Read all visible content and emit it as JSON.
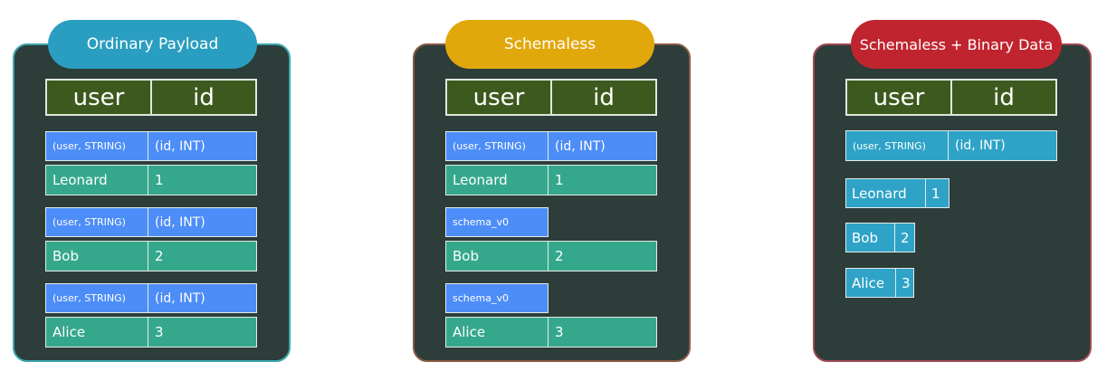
{
  "columns": {
    "user": "user",
    "id": "id"
  },
  "key_user": "(user, STRING)",
  "key_id": "(id, INT)",
  "schema_tag": "schema_v0",
  "records": [
    {
      "user": "Leonard",
      "id": "1"
    },
    {
      "user": "Bob",
      "id": "2"
    },
    {
      "user": "Alice",
      "id": "3"
    }
  ],
  "panels": [
    {
      "title": "Ordinary Payload",
      "border": "#3aa6ae",
      "pill_color": "#2a9ec0"
    },
    {
      "title": "Schemaless",
      "border": "#8a5a43",
      "pill_color": "#e0a80a"
    },
    {
      "title": "Schemaless + Binary Data",
      "border": "#a04a55",
      "pill_color": "#c0252f"
    }
  ],
  "colors": {
    "panel_bg": "#2c3d3a",
    "header_bg": "#3d5a1e",
    "key_blue": "#4d8df7",
    "key_cyan": "#2ea3c7",
    "value_green": "#35a88c"
  },
  "icons": []
}
